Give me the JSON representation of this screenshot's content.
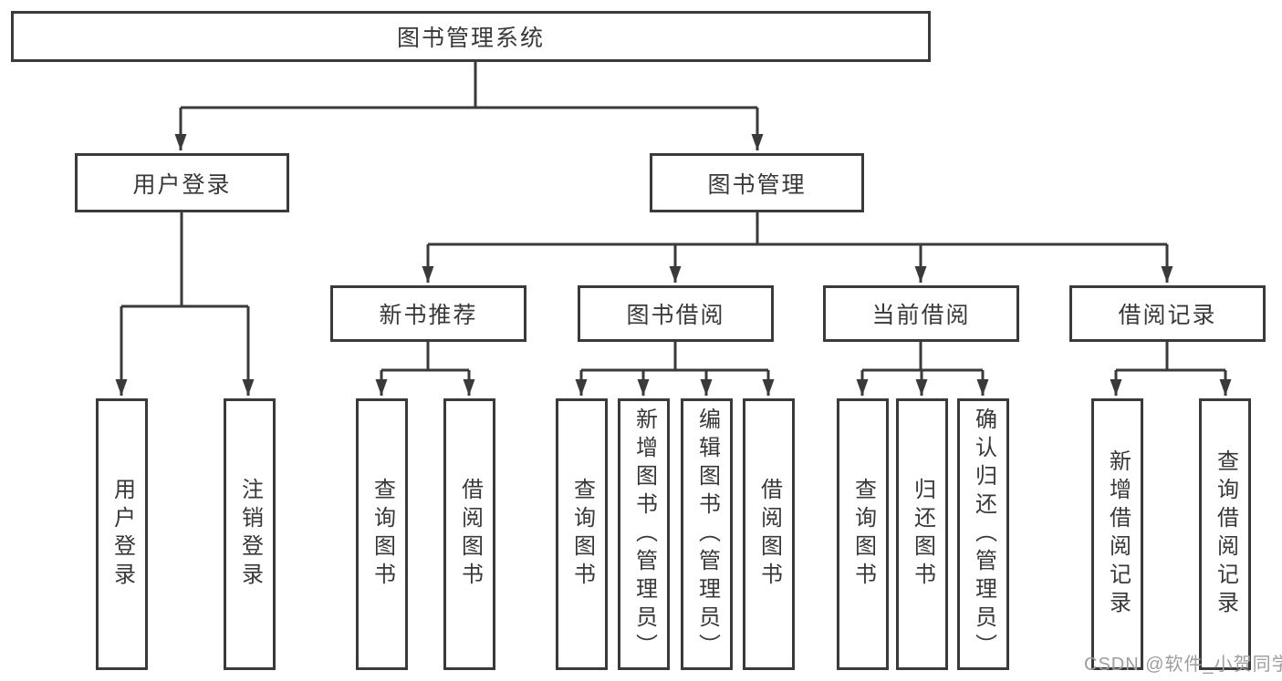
{
  "tree": {
    "root": {
      "label": "图书管理系统"
    },
    "branches": [
      {
        "label": "用户登录",
        "children": [
          {
            "label": "用户登录"
          },
          {
            "label": "注销登录"
          }
        ]
      },
      {
        "label": "图书管理",
        "children": [
          {
            "label": "新书推荐",
            "children": [
              {
                "label": "查询图书"
              },
              {
                "label": "借阅图书"
              }
            ]
          },
          {
            "label": "图书借阅",
            "children": [
              {
                "label": "查询图书"
              },
              {
                "label": "新增图书（管理员）"
              },
              {
                "label": "编辑图书（管理员）"
              },
              {
                "label": "借阅图书"
              }
            ]
          },
          {
            "label": "当前借阅",
            "children": [
              {
                "label": "查询图书"
              },
              {
                "label": "归还图书"
              },
              {
                "label": "确认归还（管理员）"
              }
            ]
          },
          {
            "label": "借阅记录",
            "children": [
              {
                "label": "新增借阅记录"
              },
              {
                "label": "查询借阅记录"
              }
            ]
          }
        ]
      }
    ]
  },
  "watermark": {
    "text": "CSDN @软件_小贺同学"
  },
  "colors": {
    "line": "#3a3a3a",
    "text": "#383838",
    "background": "#ffffff",
    "watermark": "#9e9e9e"
  }
}
